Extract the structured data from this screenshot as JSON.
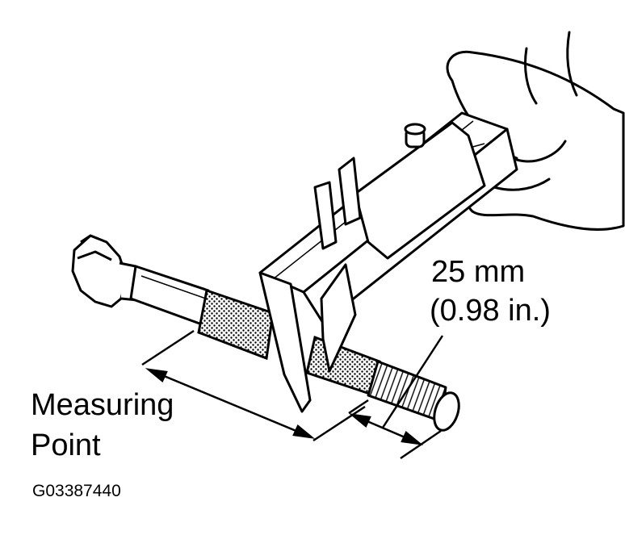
{
  "dimension": {
    "metric": "25 mm",
    "imperial": "(0.98 in.)"
  },
  "callout": {
    "line1": "Measuring",
    "line2": "Point"
  },
  "figure_code": "G03387440",
  "colors": {
    "ink": "#000000",
    "paper": "#ffffff"
  }
}
